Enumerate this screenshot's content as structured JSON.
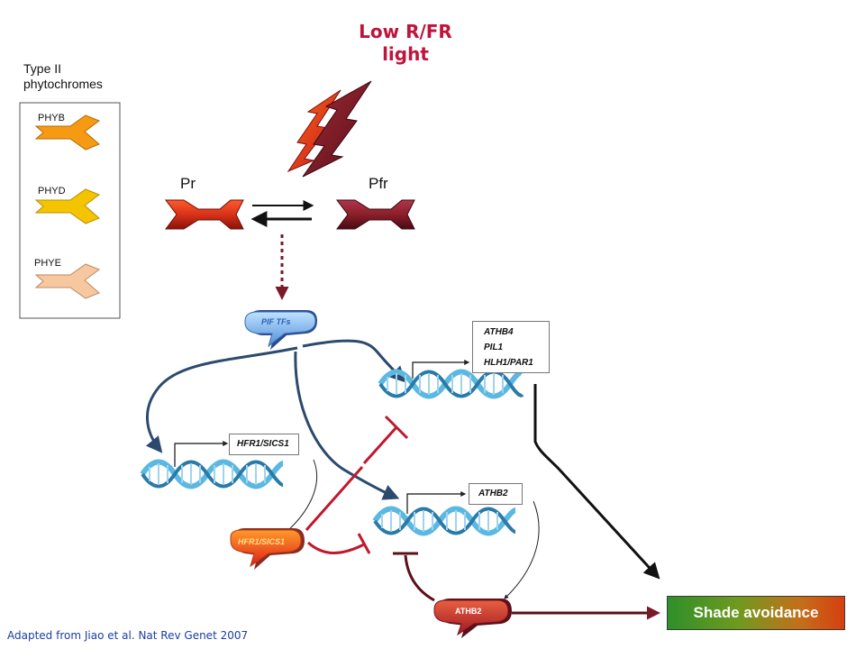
{
  "title": {
    "line1": "Low R/FR",
    "line2": "light"
  },
  "phytochrome_panel": {
    "heading_line1": "Type II",
    "heading_line2": "phytochromes",
    "items": [
      "PHYB",
      "PHYD",
      "PHYE"
    ]
  },
  "states": {
    "inactive": "Pr",
    "active": "Pfr"
  },
  "transcription_factor": "PIF TFs",
  "genes": {
    "upper_box": [
      "ATHB4",
      "PIL1",
      "HLH1/PAR1"
    ],
    "hfr_box": "HFR1/SICS1",
    "athb2_box": "ATHB2"
  },
  "proteins": {
    "hfr": "HFR1/SICS1",
    "athb2": "ATHB2"
  },
  "outcome": "Shade avoidance",
  "citation": "Adapted from Jiao et al. Nat Rev Genet 2007",
  "colors": {
    "title": "#c0143c",
    "phyb": "#f59a12",
    "phyd": "#f5c400",
    "phye": "#f7c8a0",
    "pr": "#d8321a",
    "pfr": "#8a1f2a",
    "activation_arrow": "#2b4a6e",
    "repression": "#c0182c",
    "dna": "#5bb8e0",
    "citation": "#1a3fa0"
  }
}
